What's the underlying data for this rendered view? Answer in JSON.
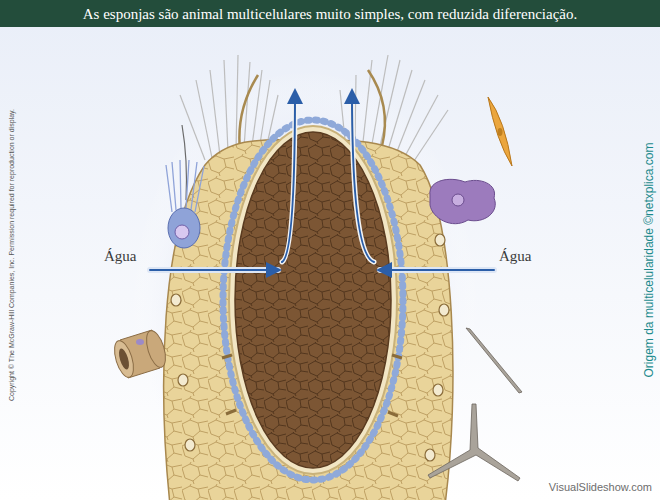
{
  "diagram": {
    "title": "As esponjas são animal multicelulares muito simples, com reduzida diferenciação.",
    "labels": [
      "Água",
      "Água",
      "Copyright © The McGraw-Hill Companies, Inc. Permission required for reproduction or display.",
      "Origem da multicelularidade ©netxplica.com",
      "VisualSlideshow.com"
    ]
  }
}
